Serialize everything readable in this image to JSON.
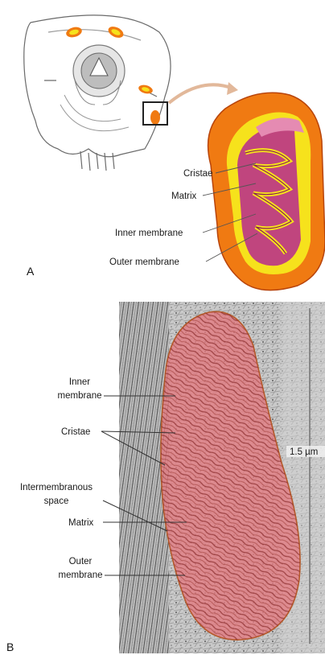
{
  "panel_a": {
    "letter": "A",
    "labels": {
      "cristae": "Cristae",
      "matrix": "Matrix",
      "inner_membrane": "Inner membrane",
      "outer_membrane": "Outer membrane"
    }
  },
  "panel_b": {
    "letter": "B",
    "labels": {
      "inner_membrane_line1": "Inner",
      "inner_membrane_line2": "membrane",
      "cristae": "Cristae",
      "intermembranous_line1": "Intermembranous",
      "intermembranous_line2": "space",
      "matrix": "Matrix",
      "outer_membrane_line1": "Outer",
      "outer_membrane_line2": "membrane"
    },
    "scale_bar": "1.5 µm"
  },
  "colors": {
    "outer_membrane": "#f07a12",
    "intermembrane_yellow": "#f6e21c",
    "inner_membrane_pink": "#c0457e",
    "micrograph_overlay": "#e47a80",
    "micrograph_outline": "#b55a2a"
  }
}
